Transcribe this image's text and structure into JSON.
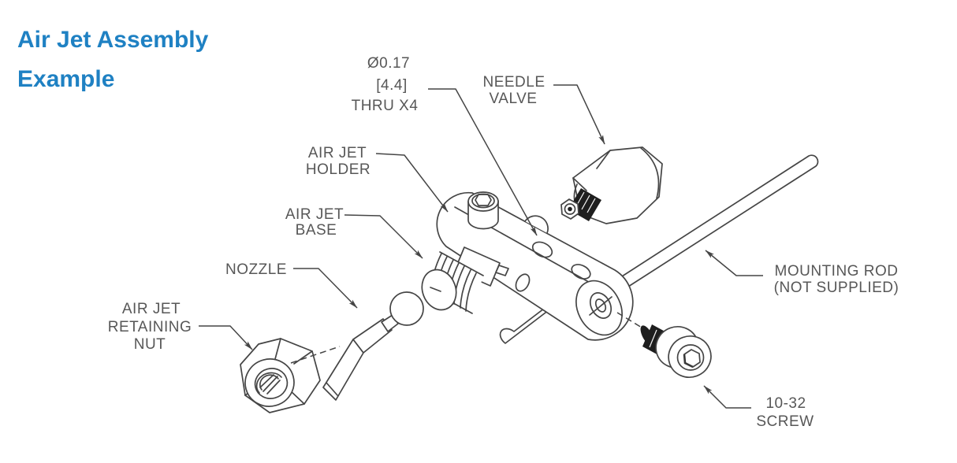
{
  "title": {
    "line1": "Air Jet Assembly",
    "line2": "Example"
  },
  "colors": {
    "title_blue": "#1f81c3",
    "line_gray": "#454545",
    "label_gray": "#575757"
  },
  "drawing": {
    "labels": {
      "dim_callout": {
        "lines": [
          "Ø0.17",
          "[4.4]",
          "THRU X4"
        ]
      },
      "needle_valve": {
        "lines": [
          "NEEDLE",
          "VALVE"
        ]
      },
      "air_jet_holder": {
        "lines": [
          "AIR JET",
          "HOLDER"
        ]
      },
      "air_jet_base": {
        "lines": [
          "AIR JET",
          "BASE"
        ]
      },
      "nozzle": {
        "lines": [
          "NOZZLE"
        ]
      },
      "retaining_nut": {
        "lines": [
          "AIR JET",
          "RETAINING",
          "NUT"
        ]
      },
      "mounting_rod": {
        "lines": [
          "MOUNTING ROD",
          "(NOT SUPPLIED)"
        ]
      },
      "screw": {
        "lines": [
          "10-32",
          "SCREW"
        ]
      }
    }
  }
}
